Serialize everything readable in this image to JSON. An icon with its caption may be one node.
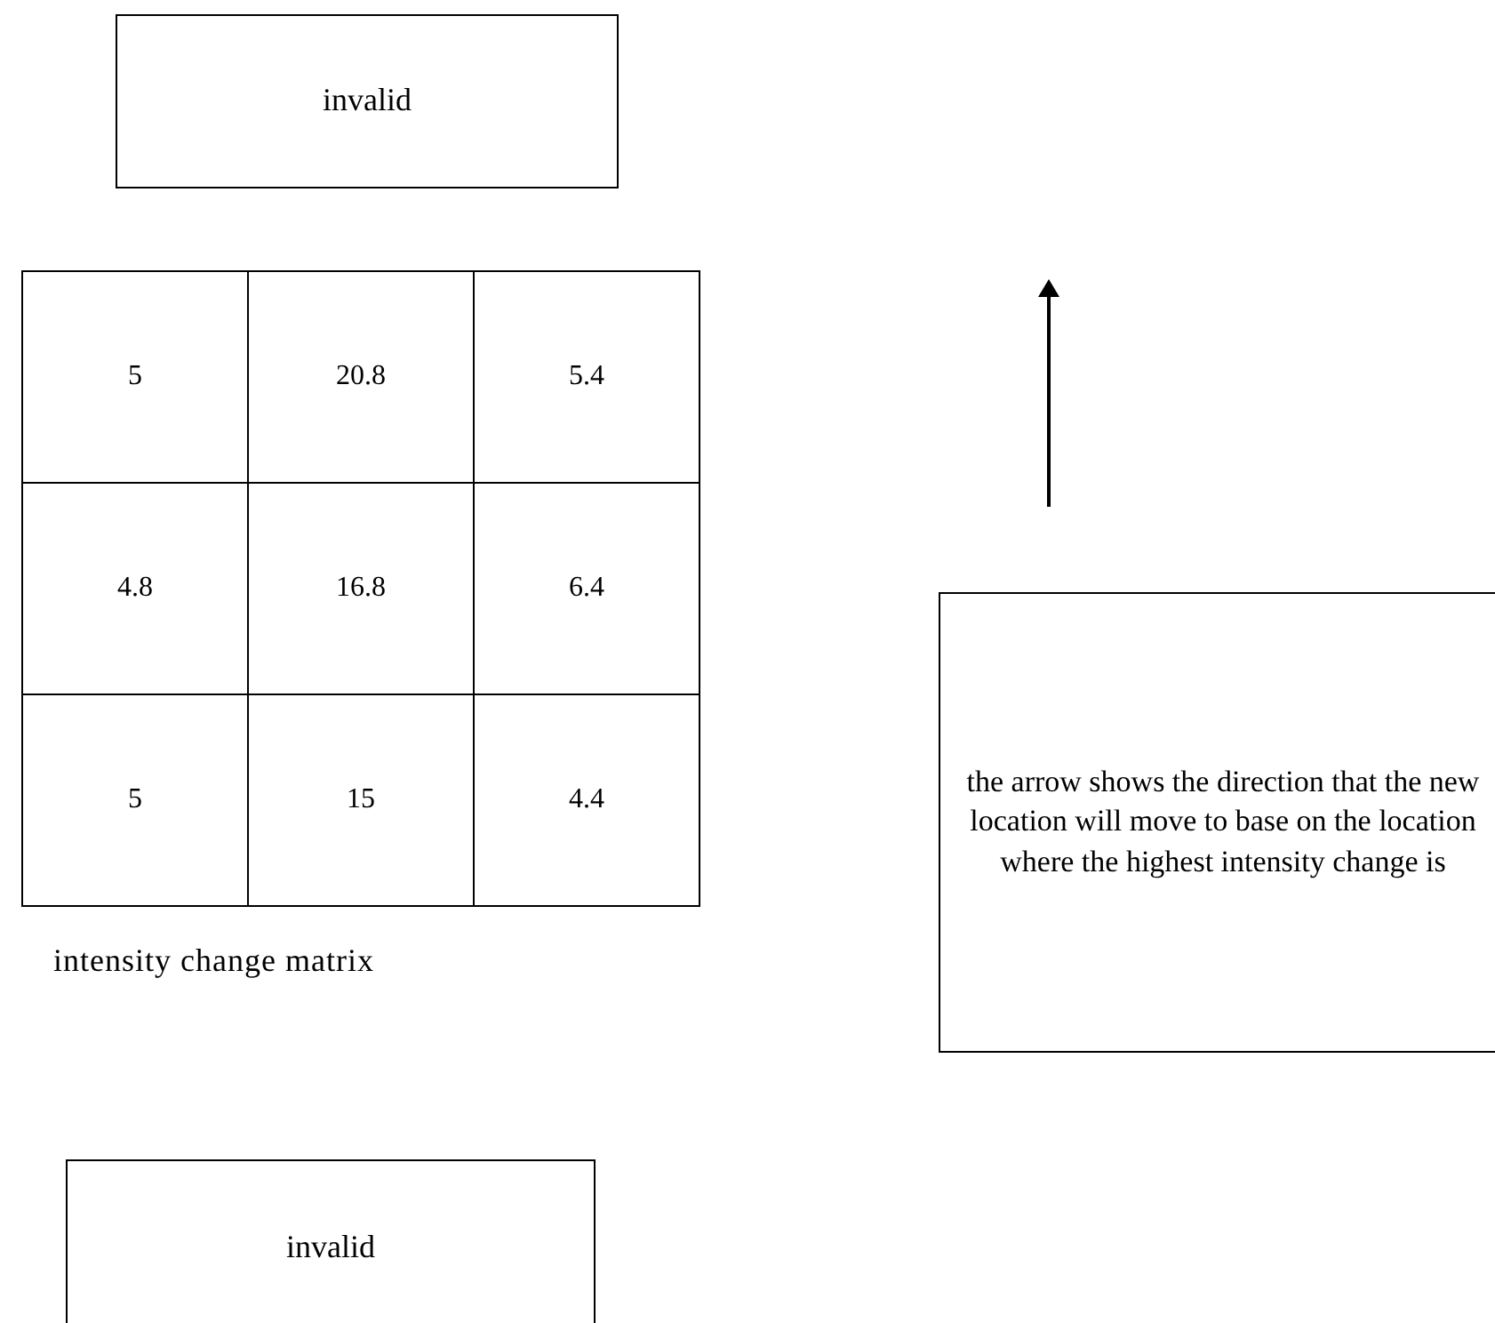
{
  "diagram": {
    "nodes": [
      {
        "text": [
          "invalid"
        ]
      },
      {
        "text": [
          "the arrow shows the direction that the new location will move to base on the location where the highest intensity change is"
        ]
      },
      {
        "text": [
          "invalid"
        ]
      }
    ],
    "edges": [],
    "labels": [
      "5",
      "20.8",
      "5.4",
      "4.8",
      "16.8",
      "6.4",
      "5",
      "15",
      "4.4",
      "intensity change matrix"
    ]
  }
}
